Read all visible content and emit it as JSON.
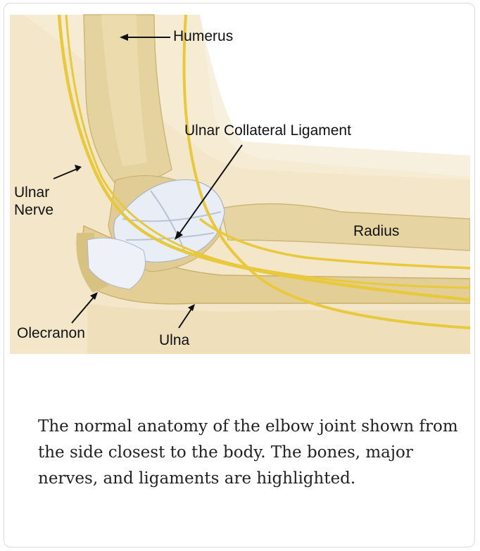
{
  "figure": {
    "labels": {
      "humerus": "Humerus",
      "ucl": "Ulnar Collateral Ligament",
      "ulnar_nerve_line1": "Ulnar",
      "ulnar_nerve_line2": "Nerve",
      "radius": "Radius",
      "olecranon": "Olecranon",
      "ulna": "Ulna"
    },
    "colors": {
      "skin": "#f2e4c6",
      "bone": "#e2d09a",
      "nerve": "#e8c93e",
      "ligament": "#e8eef6"
    }
  },
  "caption": "The normal anatomy of the elbow joint shown from the side closest to the body. The bones, major nerves, and ligaments are highlighted."
}
